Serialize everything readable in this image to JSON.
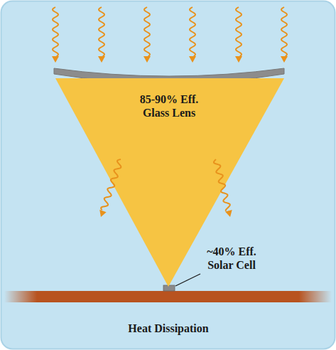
{
  "diagram": {
    "nodes": [
      {
        "text": [
          "85-90% Eff. Glass Lens"
        ]
      }
    ],
    "labels": [
      "~40% Eff. Solar Cell",
      "Heat Dissipation"
    ]
  }
}
